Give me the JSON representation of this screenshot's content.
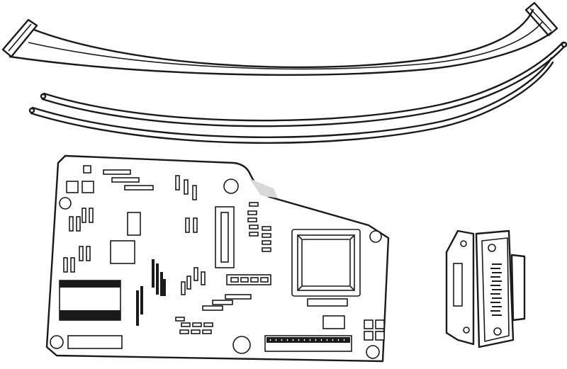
{
  "drawing": {
    "ink_color": "#1a1a1a",
    "paper_color": "#ffffff",
    "shade_color": "#d9d9d9",
    "parts": [
      {
        "id": "ribbon-cable",
        "icon": "flat-ribbon-cable-icon"
      },
      {
        "id": "wire-pair",
        "icon": "two-wire-cable-icon"
      },
      {
        "id": "main-board",
        "icon": "circuit-board-icon"
      },
      {
        "id": "port-connector",
        "icon": "port-connector-icon"
      }
    ]
  }
}
